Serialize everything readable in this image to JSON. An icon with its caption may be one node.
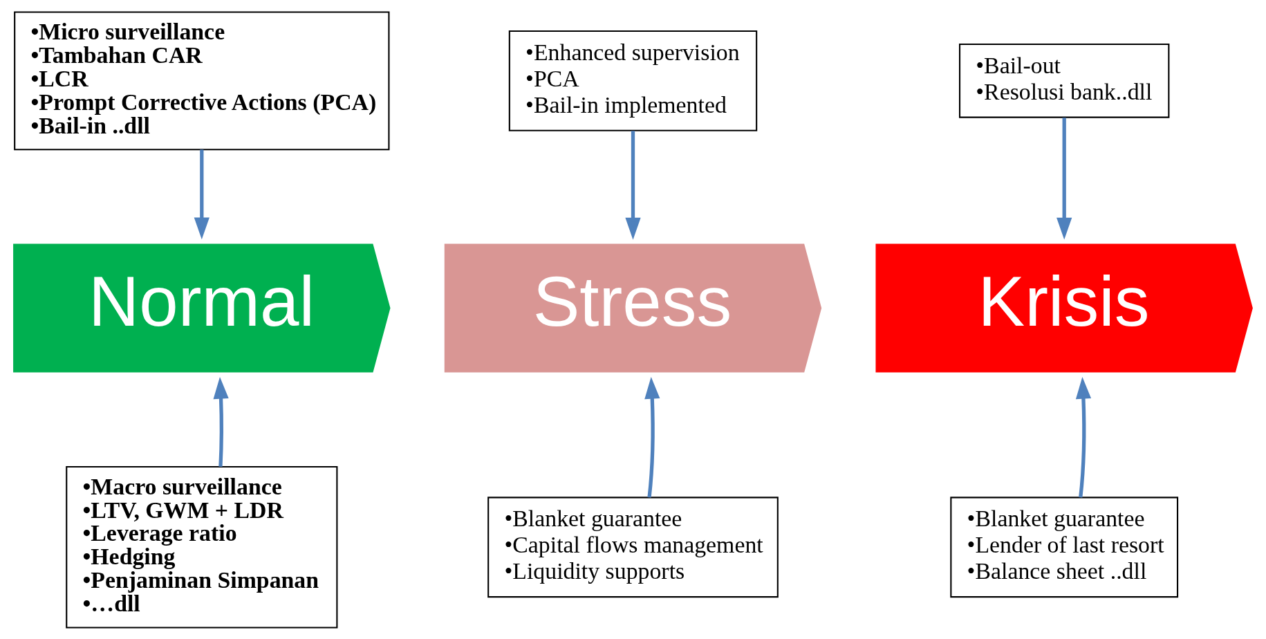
{
  "diagram": {
    "nodes": [
      {
        "text": [
          "Normal"
        ]
      },
      {
        "text": [
          "Stress"
        ]
      },
      {
        "text": [
          "Krisis"
        ]
      },
      {
        "text": [
          "•Micro surveillance",
          "•Tambahan CAR",
          "•LCR",
          "•Prompt Corrective Actions (PCA)",
          "•Bail-in ..dll"
        ]
      },
      {
        "text": [
          "•Enhanced supervision",
          "•PCA",
          "•Bail-in implemented"
        ]
      },
      {
        "text": [
          "•Bail-out",
          "•Resolusi bank..dll"
        ]
      },
      {
        "text": [
          "•Macro surveillance",
          "•LTV, GWM + LDR",
          "•Leverage ratio",
          "•Hedging",
          "•Penjaminan Simpanan",
          "•…dll"
        ]
      },
      {
        "text": [
          "•Blanket guarantee",
          "•Capital flows management",
          "•Liquidity supports"
        ]
      },
      {
        "text": [
          "•Blanket guarantee",
          "•Lender of last resort",
          "•Balance sheet ..dll"
        ]
      }
    ],
    "edges": [
      {
        "from": 3,
        "to": 0,
        "arrow": "to"
      },
      {
        "from": 4,
        "to": 1,
        "arrow": "to"
      },
      {
        "from": 5,
        "to": 2,
        "arrow": "to"
      },
      {
        "from": 6,
        "to": 0,
        "arrow": "to"
      },
      {
        "from": 7,
        "to": 1,
        "arrow": "to"
      },
      {
        "from": 8,
        "to": 2,
        "arrow": "to"
      }
    ]
  }
}
